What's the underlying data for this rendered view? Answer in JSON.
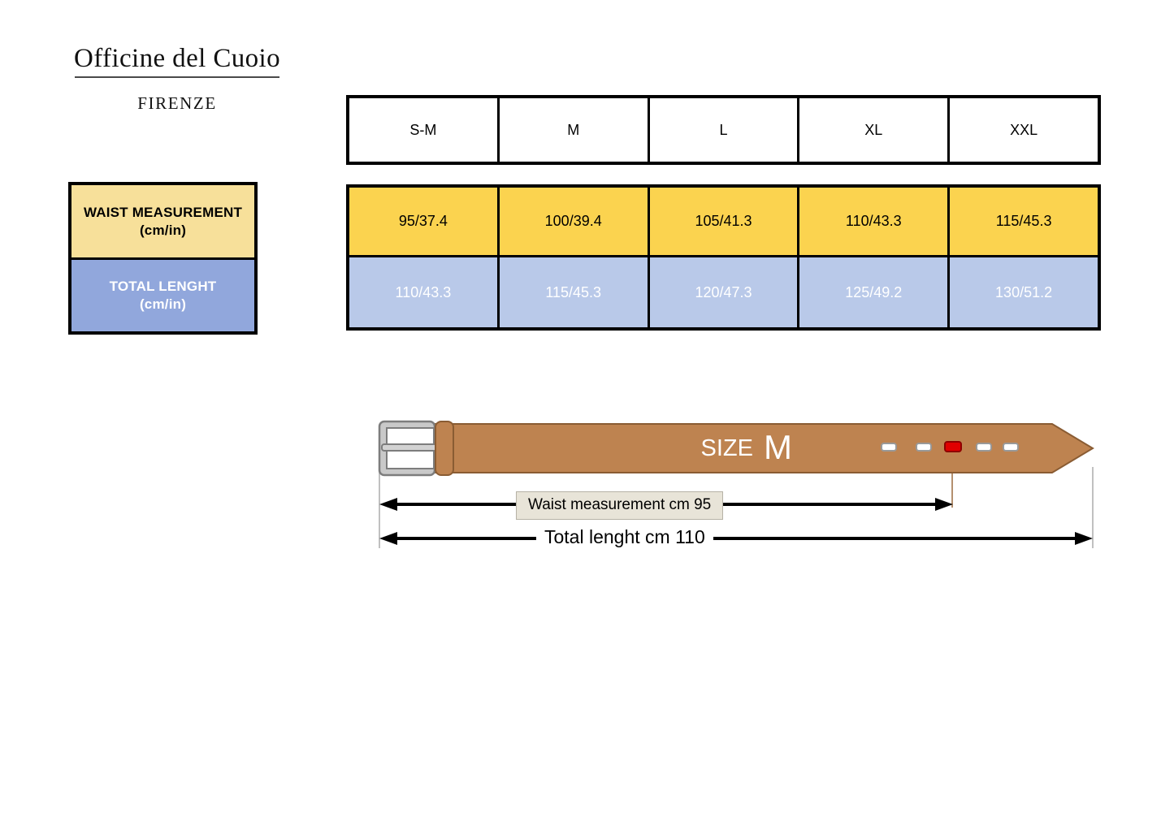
{
  "brand": {
    "name": "Officine del Cuoio",
    "subtitle": "FIRENZE"
  },
  "table": {
    "sizes": [
      "S-M",
      "M",
      "L",
      "XL",
      "XXL"
    ],
    "rows": [
      {
        "label_main": "WAIST MEASUREMENT",
        "label_sub": "(cm/in)",
        "values": [
          "95/37.4",
          "100/39.4",
          "105/41.3",
          "110/43.3",
          "115/45.3"
        ]
      },
      {
        "label_main": "TOTAL LENGHT",
        "label_sub": "(cm/in)",
        "values": [
          "110/43.3",
          "115/45.3",
          "120/47.3",
          "125/49.2",
          "130/51.2"
        ]
      }
    ]
  },
  "diagram": {
    "belt_size_prefix": "SIZE",
    "belt_size_value": "M",
    "waist_dimension": "Waist measurement  cm 95",
    "total_dimension": "Total lenght cm 110",
    "colors": {
      "leather": "#BE8350",
      "leather_edge": "#8A5C33",
      "buckle": "#C9C9C9",
      "buckle_edge": "#7D7D7D",
      "hole": "#FFFFFF",
      "hole_highlight": "#E00000",
      "arrow": "#000000"
    },
    "holes_total": 5,
    "highlighted_hole_index": 3
  }
}
